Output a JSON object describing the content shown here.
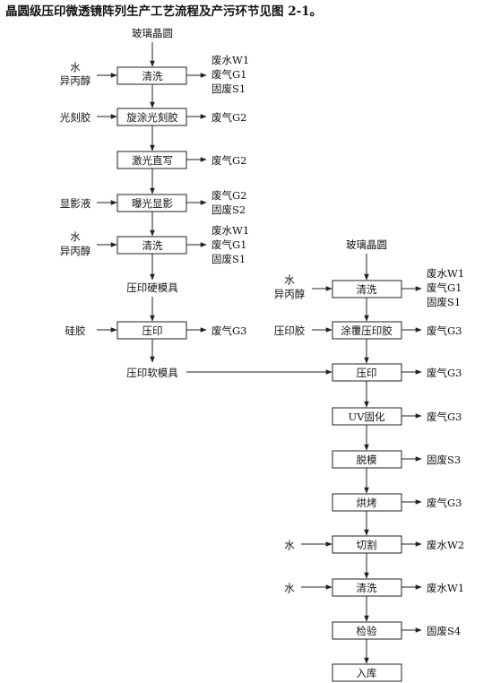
{
  "title": "晶圆级压印微透镜阵列生产工艺流程及产污环节见图 2-1。",
  "left_flow": {
    "start": "玻璃晶圆",
    "steps": [
      {
        "name": "清洗",
        "inputs": [
          "水",
          "异丙醇"
        ],
        "outputs": [
          "废水W1",
          "废气G1",
          "固废S1"
        ]
      },
      {
        "name": "旋涂光刻胶",
        "inputs": [
          "光刻胶"
        ],
        "outputs": [
          "废气G2"
        ]
      },
      {
        "name": "激光直写",
        "inputs": [],
        "outputs": [
          "废气G2"
        ]
      },
      {
        "name": "曝光显影",
        "inputs": [
          "显影液"
        ],
        "outputs": [
          "废气G2",
          "固废S2"
        ]
      },
      {
        "name": "清洗",
        "inputs": [
          "水",
          "异丙醇"
        ],
        "outputs": [
          "废水W1",
          "废气G1",
          "固废S1"
        ]
      }
    ],
    "hard_mold": "压印硬模具",
    "imprint_step": {
      "name": "压印",
      "inputs": [
        "硅胶"
      ],
      "outputs": [
        "废气G3"
      ]
    },
    "soft_mold": "压印软模具"
  },
  "right_flow": {
    "start": "玻璃晶圆",
    "steps": [
      {
        "name": "清洗",
        "inputs": [
          "水",
          "异丙醇"
        ],
        "outputs": [
          "废水W1",
          "废气G1",
          "固废S1"
        ]
      },
      {
        "name": "涂覆压印胶",
        "inputs": [
          "压印胶"
        ],
        "outputs": [
          "废气G3"
        ]
      },
      {
        "name": "压印",
        "inputs": [],
        "outputs": [
          "废气G3"
        ]
      },
      {
        "name": "UV固化",
        "inputs": [],
        "outputs": [
          "废气G3"
        ]
      },
      {
        "name": "脱模",
        "inputs": [],
        "outputs": [
          "固废S3"
        ]
      },
      {
        "name": "烘烤",
        "inputs": [],
        "outputs": [
          "废气G3"
        ]
      },
      {
        "name": "切割",
        "inputs": [
          "水"
        ],
        "outputs": [
          "废水W2"
        ]
      },
      {
        "name": "清洗",
        "inputs": [
          "水"
        ],
        "outputs": [
          "废水W1"
        ]
      },
      {
        "name": "检验",
        "inputs": [],
        "outputs": [
          "固废S4"
        ]
      },
      {
        "name": "入库",
        "inputs": [],
        "outputs": []
      }
    ]
  }
}
